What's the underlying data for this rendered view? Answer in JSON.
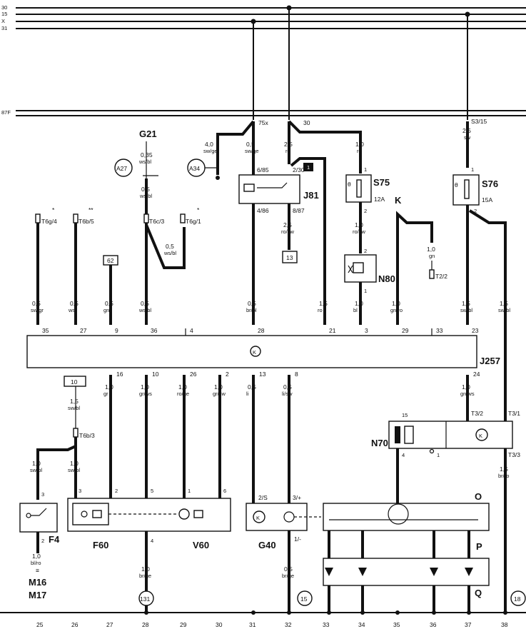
{
  "rails": [
    "30",
    "15",
    "X",
    "31"
  ],
  "rail_87f": "87F",
  "terminal_75x": "75x",
  "terminal_30": "30",
  "terminal_s3_15": "S3/15",
  "components": {
    "G21": "G21",
    "A27": "A27",
    "A34": "A34",
    "J81": "J81",
    "J81_box": "1",
    "S75": "S75",
    "S75_amp": "12A",
    "S76": "S76",
    "S76_amp": "15A",
    "K": "K",
    "N80": "N80",
    "J257": "J257",
    "N70": "N70",
    "F4": "F4",
    "M16": "M16",
    "M17": "M17",
    "F60": "F60",
    "V60": "V60",
    "G40": "G40",
    "O": "O",
    "P": "P",
    "Q": "Q",
    "ref62": "62",
    "ref13": "13",
    "ref10": "10"
  },
  "connectors": {
    "T6g4": "T6g/4",
    "T6b5": "T6b/5",
    "T6c3": "T6c/3",
    "T6g1": "T6g/1",
    "T22": "T2/2",
    "T6b3": "T6b/3",
    "T132": "T3/2",
    "T31": "T3/1",
    "T33": "T3/3",
    "star1": "*",
    "star2": "**",
    "star3": "*"
  },
  "wires_top": {
    "w1": {
      "size": "4,0",
      "color": "sw/ge"
    },
    "w2": {
      "size": "0,5",
      "color": "sw/ge"
    },
    "w3": {
      "size": "2,5",
      "color": "ro"
    },
    "w4": {
      "size": "1,0",
      "color": "ro"
    },
    "w5": {
      "size": "2,5",
      "color": "sw"
    },
    "g21a": {
      "size": "0,35",
      "color": "ws/bl"
    },
    "g21b": {
      "size": "0,5",
      "color": "ws/bl"
    },
    "t6c": {
      "size": "0,5",
      "color": "ws/bl"
    },
    "j81out": {
      "size": "2,5",
      "color": "ro/sw"
    },
    "s75out": {
      "size": "1,0",
      "color": "ro/sw"
    },
    "kwire": {
      "size": "1,0",
      "color": "gn"
    }
  },
  "j81_pins": {
    "p1": "6/85",
    "p2": "2/30",
    "p3": "4/86",
    "p4": "8/87"
  },
  "pins_misc": {
    "s75_1": "1",
    "s75_2": "2",
    "n80_2": "2",
    "n80_1": "1",
    "s76_1": "1",
    "s76_2": "2"
  },
  "upper_wires": [
    {
      "size": "0,5",
      "color": "sw/gr",
      "pin": "35"
    },
    {
      "size": "0,5",
      "color": "ws",
      "pin": "27"
    },
    {
      "size": "0,5",
      "color": "gn",
      "pin": "9"
    },
    {
      "size": "0,5",
      "color": "ws/bl",
      "pin": "36"
    },
    {
      "size": "",
      "color": "",
      "pin": "4"
    },
    {
      "size": "0,5",
      "color": "br/bl",
      "pin": "28"
    },
    {
      "size": "1,5",
      "color": "ro",
      "pin": "21"
    },
    {
      "size": "1,0",
      "color": "bl",
      "pin": "3"
    },
    {
      "size": "1,0",
      "color": "gn/ro",
      "pin": "29"
    },
    {
      "size": "",
      "color": "",
      "pin": "33"
    },
    {
      "size": "1,5",
      "color": "sw/bl",
      "pin": "23"
    },
    {
      "size": "1,5",
      "color": "sw/bl",
      "pin": ""
    }
  ],
  "lower_wires": [
    {
      "pin": "16",
      "size": "1,0",
      "color": "gr"
    },
    {
      "pin": "10",
      "size": "1,0",
      "color": "gr/ws"
    },
    {
      "pin": "26",
      "size": "1,0",
      "color": "ro/ge"
    },
    {
      "pin": "2",
      "size": "1,0",
      "color": "gr/sw"
    },
    {
      "pin": "13",
      "size": "0,5",
      "color": "li"
    },
    {
      "pin": "8",
      "size": "0,5",
      "color": "li/sw"
    },
    {
      "pin": "24",
      "size": "1,0",
      "color": "gn/ws"
    }
  ],
  "lower_misc": {
    "t6b3_wire": {
      "size": "1,5",
      "color": "sw/bl"
    },
    "f4_wire": {
      "size": "1,0",
      "color": "sw/bl"
    },
    "t6b3_out": {
      "size": "1,0",
      "color": "sw/bl"
    },
    "f4_out": {
      "size": "1,0",
      "color": "bl/ro"
    },
    "v60_out": {
      "size": "1,0",
      "color": "br/ge"
    },
    "g40_out": {
      "size": "0,5",
      "color": "br/ge"
    },
    "t33_out": {
      "size": "1,5",
      "color": "br/ro"
    },
    "m_sep": "≡",
    "pin3a": "3",
    "pin2a": "2",
    "pin3b": "3",
    "pin2b": "2",
    "pin5": "5",
    "pin1": "1",
    "pin6": "6",
    "pin4": "4",
    "g40_p1": "2/S",
    "g40_p2": "3/+",
    "g40_p3": "1/-",
    "n70_p15": "15",
    "n70_p4": "4",
    "n70_p1": "1"
  },
  "ground_refs": {
    "r131": "131",
    "r15": "15",
    "r18": "18"
  },
  "bottom_numbers": [
    "25",
    "26",
    "27",
    "28",
    "29",
    "30",
    "31",
    "32",
    "33",
    "34",
    "35",
    "36",
    "37",
    "38"
  ]
}
